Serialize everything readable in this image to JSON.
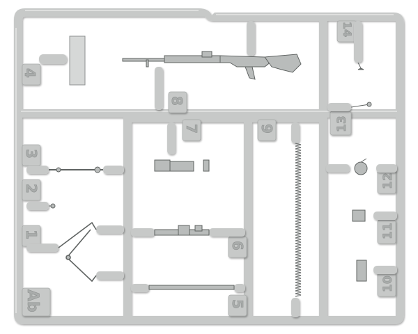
{
  "sprue": {
    "frame_label": "Ab",
    "part_numbers": [
      "1",
      "2",
      "3",
      "4",
      "5",
      "6",
      "7",
      "8",
      "9",
      "10",
      "11",
      "12",
      "13",
      "14"
    ]
  },
  "colors": {
    "background": "#ffffff",
    "plastic": "#c7c9c8",
    "plastic_shadow": "#9fa2a1",
    "plastic_highlight": "#e4e5e4",
    "part_detail": "#5f6362",
    "embossed_text": "#a9acab"
  }
}
